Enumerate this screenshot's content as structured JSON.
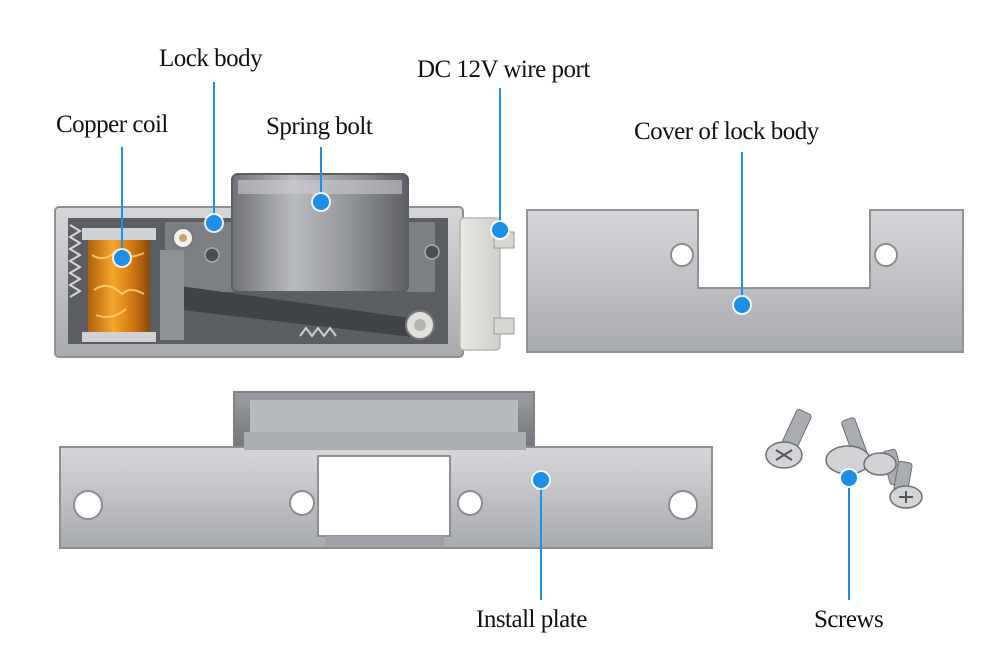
{
  "diagram": {
    "labels": {
      "copper_coil": "Copper coil",
      "lock_body": "Lock body",
      "spring_bolt": "Spring bolt",
      "wire_port": "DC 12V wire port",
      "cover": "Cover of lock body",
      "install_plate": "Install plate",
      "screws": "Screws"
    },
    "accent_color": "#1e8fe6"
  }
}
